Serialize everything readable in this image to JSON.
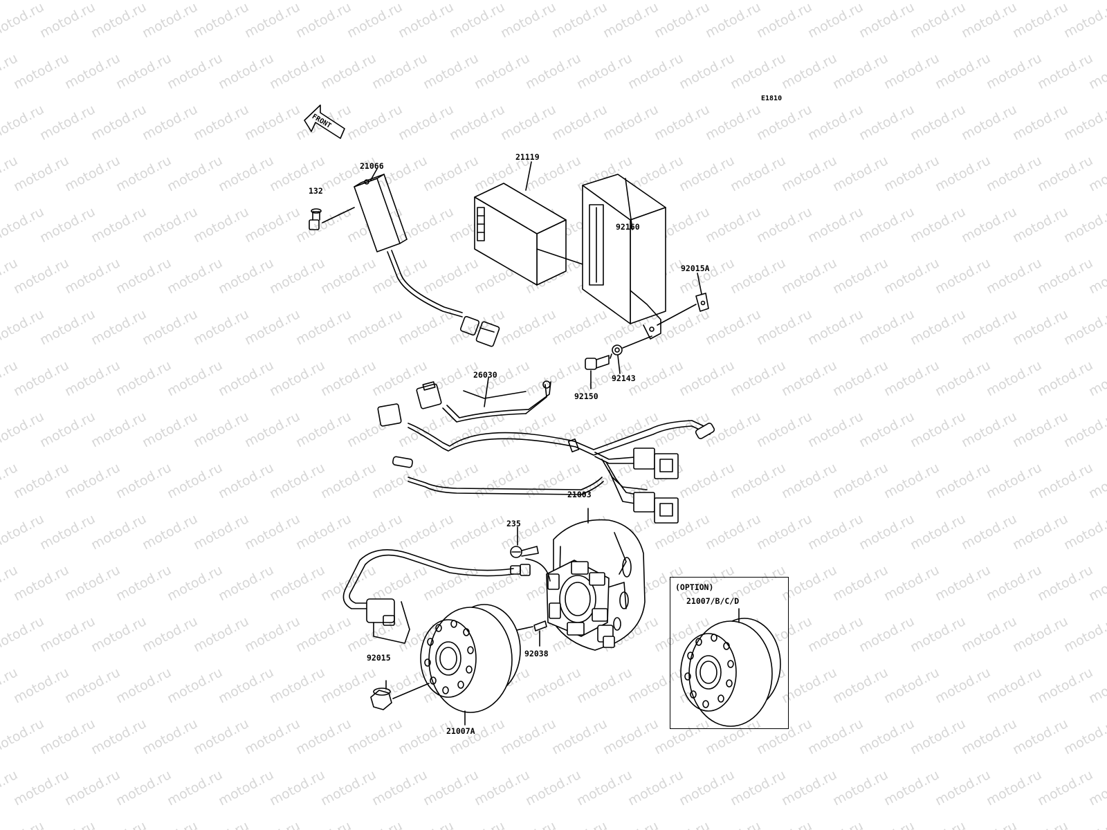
{
  "diagram_code": "E1810",
  "front_label": "FRONT",
  "watermark_text": "motod.ru",
  "option_box": {
    "title": "(OPTION)",
    "part": "21007/B/C/D"
  },
  "part_labels": {
    "p21066": "21066",
    "p132": "132",
    "p21119": "21119",
    "p92160": "92160",
    "p92015A": "92015A",
    "p92143": "92143",
    "p92150": "92150",
    "p26030": "26030",
    "p21003": "21003",
    "p235": "235",
    "p92038": "92038",
    "p92015": "92015",
    "p21007A": "21007A"
  }
}
